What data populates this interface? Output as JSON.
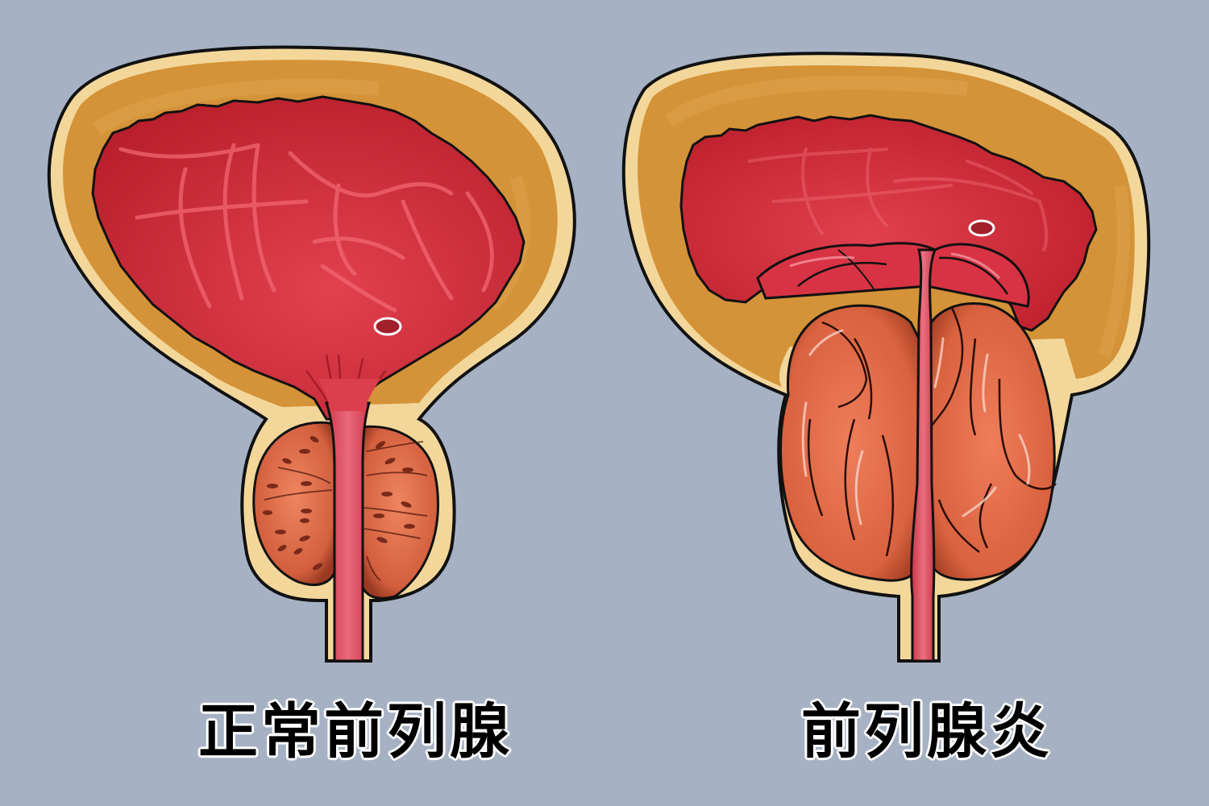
{
  "figure": {
    "background_color": "#a6b1c4",
    "panels": [
      {
        "id": "normal",
        "caption": "正常前列腺",
        "description": "Normal prostate: bladder with thick muscular wall above a small prostate gland surrounding the urethra",
        "colors": {
          "bladder_wall": "#d79a3a",
          "bladder_lumen": "#d2303e",
          "prostate": "#e0704e",
          "urethra": "#e0485a",
          "capsule": "#f3d79a",
          "outline": "#111111"
        }
      },
      {
        "id": "prostatitis",
        "caption": "前列腺炎",
        "description": "Prostatitis: enlarged, swollen prostate lobes pressing up into the bladder and compressing the urethra",
        "colors": {
          "bladder_wall": "#d79a3a",
          "bladder_lumen": "#cc2a38",
          "prostate": "#e5714f",
          "urethra": "#e0485a",
          "capsule": "#f3d79a",
          "outline": "#111111"
        }
      }
    ]
  }
}
